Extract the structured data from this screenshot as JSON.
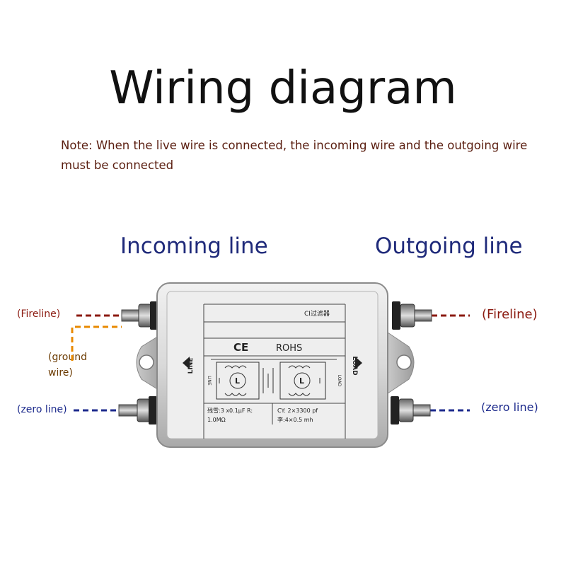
{
  "title": "Wiring diagram",
  "note": "Note: When the live wire is connected, the incoming wire and the outgoing wire must be connected",
  "sections": {
    "incoming": "Incoming line",
    "outgoing": "Outgoing line"
  },
  "wires": {
    "left_fire": "(Fireline)",
    "ground": "(ground wire)",
    "left_zero": "(zero line)",
    "right_fire": "(Fireline)",
    "right_zero": "(zero line)"
  },
  "device": {
    "model": "CI过滤器",
    "ce": "CE",
    "rohs": "ROHS",
    "line_side": "LINE",
    "load_side": "LOAD",
    "spec_left_1": "残雪:3 x0.1µF R:",
    "spec_left_2": "1.0MΩ",
    "spec_right_1": "CY: 2×3300 pf",
    "spec_right_2": "李:4×0.5 mh",
    "inductor": "L",
    "line_letters": "LINE",
    "load_letters": "LOAD"
  },
  "colors": {
    "fire_wire": "#8b1a10",
    "ground_wire": "#e88a00",
    "zero_wire": "#1c2a8c",
    "heading": "#1f2a7a",
    "note": "#5a1e10"
  }
}
